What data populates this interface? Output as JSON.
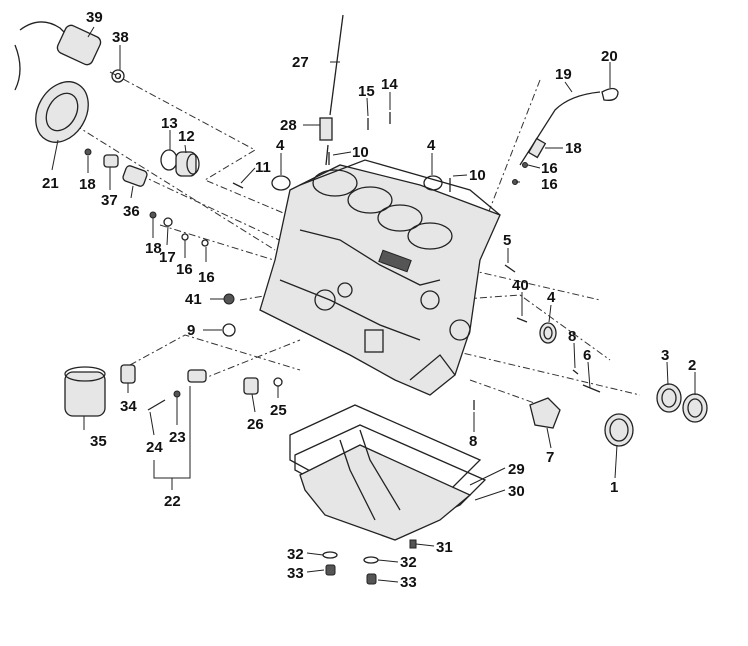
{
  "labels": {
    "p1": "1",
    "p2": "2",
    "p3": "3",
    "p4a": "4",
    "p4b": "4",
    "p4c": "4",
    "p5": "5",
    "p6": "6",
    "p7": "7",
    "p8a": "8",
    "p8b": "8",
    "p9": "9",
    "p10a": "10",
    "p10b": "10",
    "p11": "11",
    "p12": "12",
    "p13": "13",
    "p14": "14",
    "p15": "15",
    "p16a": "16",
    "p16b": "16",
    "p16c": "16",
    "p16d": "16",
    "p17": "17",
    "p18a": "18",
    "p18b": "18",
    "p18c": "18",
    "p19": "19",
    "p20": "20",
    "p21": "21",
    "p22": "22",
    "p23": "23",
    "p24": "24",
    "p25": "25",
    "p26": "26",
    "p27": "27",
    "p28": "28",
    "p29": "29",
    "p30": "30",
    "p31": "31",
    "p32a": "32",
    "p32b": "32",
    "p33a": "33",
    "p33b": "33",
    "p34": "34",
    "p35": "35",
    "p36": "36",
    "p37": "37",
    "p38": "38",
    "p39": "39",
    "p40": "40",
    "p41": "41"
  }
}
